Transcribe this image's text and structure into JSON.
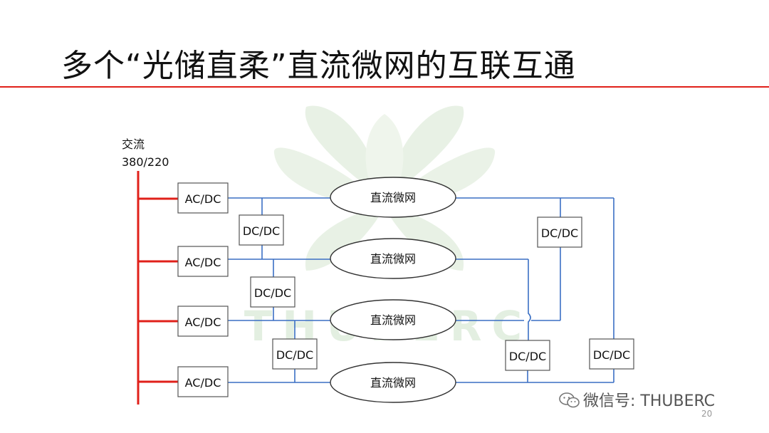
{
  "slide": {
    "title": "多个“光储直柔”直流微网的互联互通",
    "page_number": "20"
  },
  "diagram": {
    "ac_bus_label_line1": "交流",
    "ac_bus_label_line2": "380/220",
    "ac_dc_label": "AC/DC",
    "dc_dc_label": "DC/DC",
    "microgrid_label": "直流微网"
  },
  "watermark": {
    "text": "THUBERC"
  },
  "footer": {
    "wechat_text": "微信号: THUBERC"
  },
  "colors": {
    "title_rule": "#e0201a",
    "ac_bus": "#e0201a",
    "dc_line": "#3a6fc4"
  }
}
